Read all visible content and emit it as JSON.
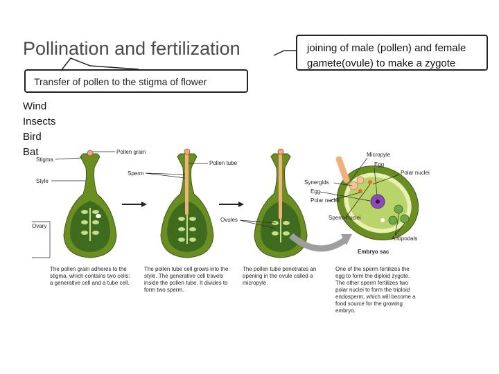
{
  "title": "Pollination and fertilization",
  "callouts": {
    "fertilization_def_line1": "joining of male (pollen) and female",
    "fertilization_def_line2": "gamete(ovule) to make a zygote",
    "pollination_def": "Transfer of pollen to the stigma of flower"
  },
  "pollinators": [
    "Wind",
    "Insects",
    "Bird",
    "Bat"
  ],
  "figure": {
    "labels": {
      "pollen_grain": "Pollen grain",
      "stigma": "Stigma",
      "style": "Style",
      "ovary": "Ovary",
      "pollen_tube": "Pollen tube",
      "sperm": "Sperm",
      "ovules": "Ovules",
      "micropyle": "Micropyle",
      "egg_top": "Egg",
      "polar_nuclei_right": "Polar nuclei",
      "synergids": "Synergids",
      "egg": "Egg",
      "polar_nuclei": "Polar nuclei",
      "sperm_nuclei": "Sperm nuclei",
      "antipodals": "Antipodals",
      "embryo_sac": "Embryo sac"
    },
    "captions": [
      "The pollen grain adheres to the stigma, which contains two cells: a generative cell and a tube cell.",
      "The pollen tube cell grows into the style. The generative cell travels inside the pollen tube. It divides to form two sperm.",
      "The pollen tube penetrates an opening in the ovule called a micropyle.",
      "One of the sperm fertilizes the egg to form the diploid zygote. The other sperm fertilizes two polar nuclei to form the triploid endosperm, which will become a food source for the growing embryo."
    ]
  },
  "colors": {
    "pistil_outer": "#6b8e23",
    "pistil_inner": "#3f6b1f",
    "pollen_tube": "#f0b27a",
    "embryo_sac": "#b8d46a",
    "egg": "#8a4fb0",
    "arrow_grey": "#9e9e9e"
  }
}
